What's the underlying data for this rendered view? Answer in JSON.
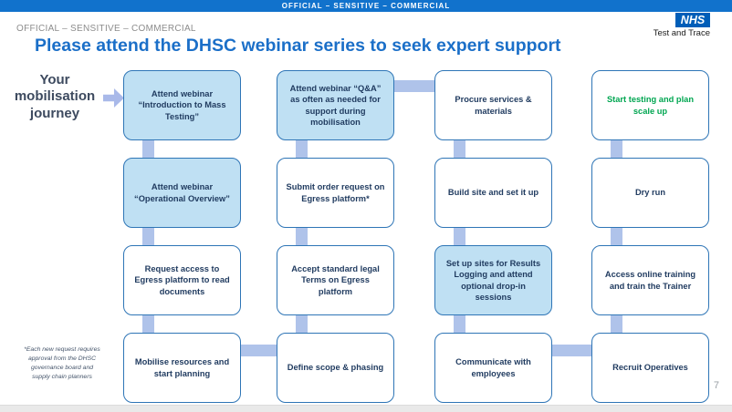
{
  "classification_bar": {
    "text": "OFFICIAL – SENSITIVE – COMMERCIAL"
  },
  "header": {
    "classification": "OFFICIAL – SENSITIVE – COMMERCIAL",
    "title": "Please attend the DHSC webinar series to seek expert support",
    "logo": {
      "acronym": "NHS",
      "subtitle": "Test and Trace"
    }
  },
  "journey_label": "Your mobilisation journey",
  "flow": {
    "boxes": [
      {
        "label": "Attend webinar “Introduction to Mass Testing”",
        "variant": "highlighted"
      },
      {
        "label": "Attend webinar “Operational Overview”",
        "variant": "highlighted"
      },
      {
        "label": "Request access to Egress platform to read documents",
        "variant": "plain"
      },
      {
        "label": "Mobilise resources and start planning",
        "variant": "plain"
      },
      {
        "label": "Attend webinar “Q&A” as often as needed for support during mobilisation",
        "variant": "highlighted"
      },
      {
        "label": "Submit order request on Egress platform*",
        "variant": "plain"
      },
      {
        "label": "Accept standard legal Terms on Egress platform",
        "variant": "plain"
      },
      {
        "label": "Define scope & phasing",
        "variant": "plain"
      },
      {
        "label": "Procure services & materials",
        "variant": "plain"
      },
      {
        "label": "Build site and set it up",
        "variant": "plain"
      },
      {
        "label": "Set up sites for Results Logging and attend optional drop-in sessions",
        "variant": "highlighted"
      },
      {
        "label": "Communicate with employees",
        "variant": "plain"
      },
      {
        "label": "Start testing and plan scale up",
        "variant": "green-text"
      },
      {
        "label": "Dry run",
        "variant": "plain"
      },
      {
        "label": "Access online training and train the Trainer",
        "variant": "plain"
      },
      {
        "label": "Recruit Operatives",
        "variant": "plain"
      }
    ]
  },
  "footnote": "*Each new request requires approval from the DHSC governance board and supply chain planners",
  "page_number": "7",
  "colors": {
    "topbar_blue": "#1172CC",
    "nhs_blue": "#005EB8",
    "title_blue": "#1B6FC8",
    "box_border": "#2E75B6",
    "box_fill_highlight": "#BFE0F3",
    "box_text": "#1F3A5F",
    "connector": "#AFC3EA",
    "green_text": "#00A651"
  }
}
